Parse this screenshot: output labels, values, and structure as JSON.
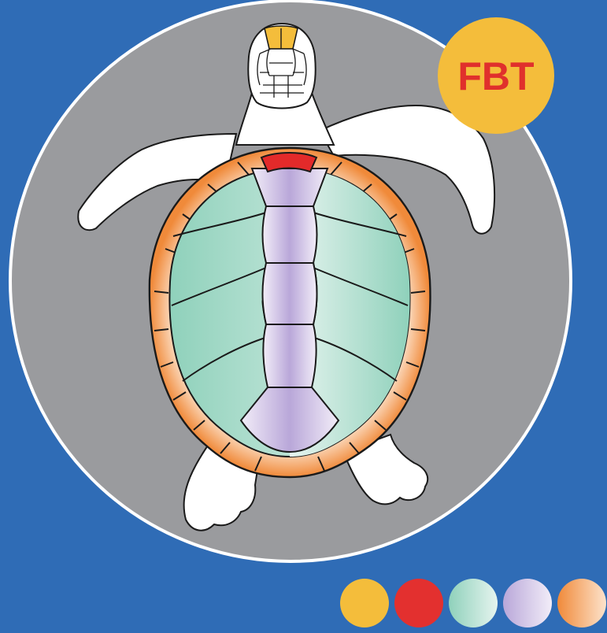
{
  "badge": {
    "label": "FBT",
    "color": "#f4bd3b",
    "text_color": "#e0302c"
  },
  "colors": {
    "background": "#2f6cb6",
    "disc": "#9a9b9e",
    "disc_border": "#ffffff",
    "body": "#ffffff",
    "outline": "#1a1a1a",
    "nuchal": "#e32a2a",
    "head_scale": "#f4bd3b"
  },
  "legend": [
    {
      "name": "yellow",
      "fill": "solid",
      "color": "#f4bd3b"
    },
    {
      "name": "red",
      "fill": "solid",
      "color": "#e3302f"
    },
    {
      "name": "green",
      "fill": "gradient",
      "color": "#8fd1bb",
      "color2": "#e6f4ef"
    },
    {
      "name": "lavender",
      "fill": "gradient",
      "color": "#b9a7d9",
      "color2": "#f2edf8"
    },
    {
      "name": "orange",
      "fill": "gradient",
      "color": "#f08a3a",
      "color2": "#fde3cc"
    }
  ]
}
